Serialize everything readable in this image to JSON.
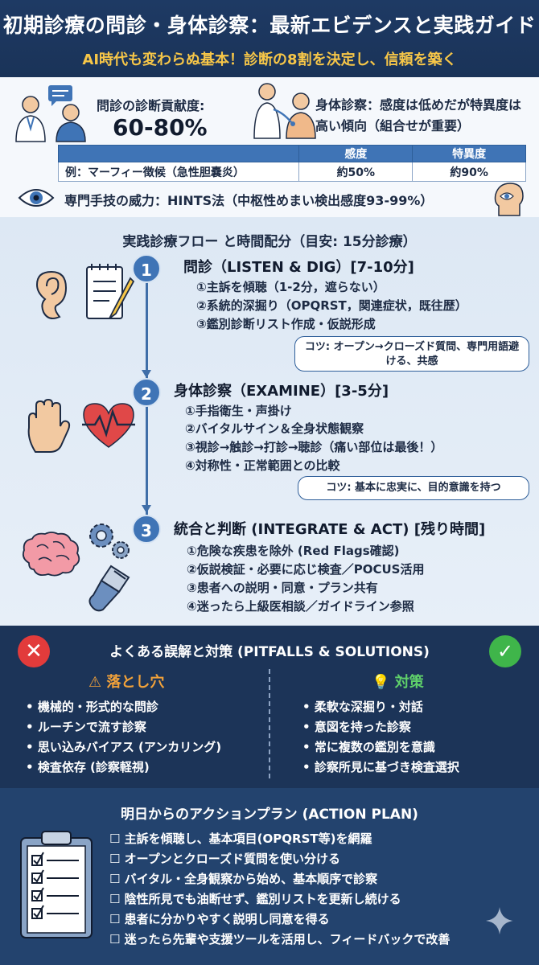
{
  "header": {
    "title": "初期診療の問診・身体診察：最新エビデンスと実践ガイド",
    "subtitle": "AI時代も変わらぬ基本！診断の8割を決定し、信頼を築く"
  },
  "evidence": {
    "contribution_label": "問診の診断貢献度:",
    "contribution_value": "60-80%",
    "exam_text": "身体診察：感度は低めだが特異度は高い傾向（組合せが重要）",
    "table": {
      "headers": [
        "",
        "感度",
        "特異度"
      ],
      "row": [
        "例：マーフィー徴候（急性胆嚢炎）",
        "約50%",
        "約90%"
      ]
    },
    "hints_text": "専門手技の威力：HINTS法（中枢性めまい検出感度93-99%）"
  },
  "flow": {
    "title": "実践診療フロー と時間配分（目安: 15分診療）",
    "steps": [
      {
        "num": "1",
        "title": "問診（LISTEN & DIG）[7-10分]",
        "items": [
          "①主訴を傾聴（1-2分，遮らない）",
          "②系統的深掘り（OPQRST，関連症状，既往歴）",
          "③鑑別診断リスト作成・仮説形成"
        ],
        "tip": "コツ: オープン→クローズド質問、専門用語避ける、共感"
      },
      {
        "num": "2",
        "title": "身体診察（EXAMINE）[3-5分]",
        "items": [
          "①手指衛生・声掛け",
          "②バイタルサイン＆全身状態観察",
          "③視診→触診→打診→聴診（痛い部位は最後！）",
          "④対称性・正常範囲との比較"
        ],
        "tip": "コツ: 基本に忠実に、目的意識を持つ"
      },
      {
        "num": "3",
        "title": "統合と判断 (INTEGRATE & ACT) [残り時間]",
        "items": [
          "①危険な疾患を除外 (Red Flags確認)",
          "②仮説検証・必要に応じ検査／POCUS活用",
          "③患者への説明・同意・プラン共有",
          "④迷ったら上級医相談／ガイドライン参照"
        ]
      }
    ]
  },
  "pitfalls": {
    "title": "よくある誤解と対策 (PITFALLS & SOLUTIONS)",
    "left_head": "落とし穴",
    "right_head": "対策",
    "left_items": [
      "機械的・形式的な問診",
      "ルーチンで流す診察",
      "思い込みバイアス (アンカリング)",
      "検査依存 (診察軽視)"
    ],
    "right_items": [
      "柔軟な深掘り・対話",
      "意図を持った診察",
      "常に複数の鑑別を意識",
      "診察所見に基づき検査選択"
    ],
    "colors": {
      "warning": "#f2a23a",
      "solution": "#5fd06a",
      "x": "#e23b3b",
      "check": "#3fb54a"
    }
  },
  "action": {
    "title": "明日からのアクションプラン (ACTION PLAN)",
    "items": [
      "☐ 主訴を傾聴し、基本項目(OPQRST等)を網羅",
      "☐ オープンとクローズド質問を使い分ける",
      "☐ バイタル・全身観察から始め、基本順序で診察",
      "☐ 陰性所見でも油断せず、鑑別リストを更新し続ける",
      "☐ 患者に分かりやすく説明し同意を得る",
      "☐ 迷ったら先輩や支援ツールを活用し、フィードバックで改善"
    ]
  },
  "icons": [
    "doctor-patient-icon",
    "stethoscope-exam-icon",
    "eye-icon",
    "head-eye-icon",
    "ear-icon",
    "clipboard-pencil-icon",
    "hand-icon",
    "heart-pulse-icon",
    "brain-icon",
    "gears-icon",
    "ultrasound-probe-icon",
    "x-icon",
    "check-icon",
    "warning-icon",
    "lightbulb-icon",
    "checklist-clipboard-icon",
    "sparkle-icon"
  ]
}
